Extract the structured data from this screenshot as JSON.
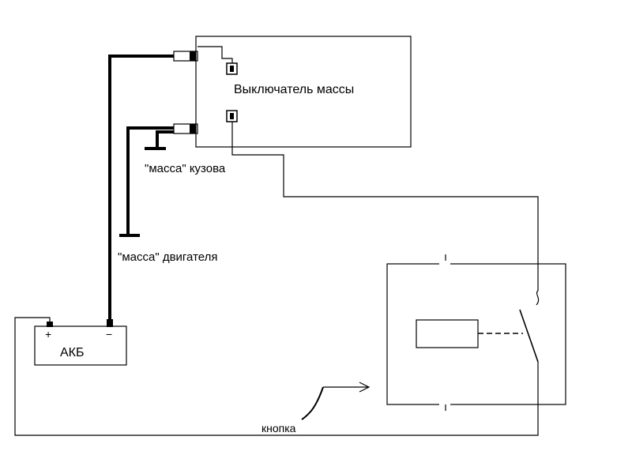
{
  "labels": {
    "mass_switch": "Выключатель массы",
    "body_ground": "\"масса\" кузова",
    "engine_ground": "\"масса\" двигателя",
    "battery": "АКБ",
    "battery_plus": "+",
    "battery_minus": "−",
    "button": "кнопка"
  },
  "colors": {
    "line": "#000000",
    "background": "#ffffff"
  }
}
